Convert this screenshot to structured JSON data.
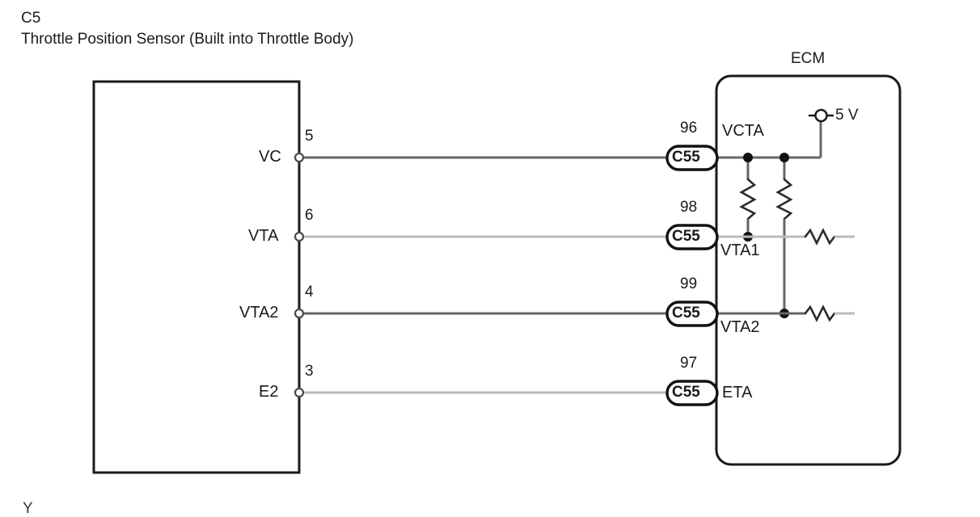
{
  "title": {
    "code": "C5",
    "name": "Throttle Position Sensor (Built into Throttle Body)"
  },
  "colors": {
    "outline": "#1a1a1a",
    "wire_dark": "#666666",
    "wire_light": "#bbbbbb",
    "background": "#ffffff",
    "text": "#1a1a1a"
  },
  "sensor": {
    "box_label": "",
    "pins": [
      {
        "name": "VC",
        "number": "5",
        "wire": "dark"
      },
      {
        "name": "VTA",
        "number": "6",
        "wire": "light"
      },
      {
        "name": "VTA2",
        "number": "4",
        "wire": "dark"
      },
      {
        "name": "E2",
        "number": "3",
        "wire": "light"
      }
    ]
  },
  "ecm": {
    "label": "ECM",
    "supply": {
      "label": "5 V",
      "symbol": "terminal-circle"
    },
    "terminals": [
      {
        "connector": "C55",
        "number": "96",
        "signal": "VCTA"
      },
      {
        "connector": "C55",
        "number": "98",
        "signal": "VTA1"
      },
      {
        "connector": "C55",
        "number": "99",
        "signal": "VTA2"
      },
      {
        "connector": "C55",
        "number": "97",
        "signal": "ETA"
      }
    ],
    "components": [
      {
        "type": "resistor",
        "orientation": "vertical",
        "from": "VCTA",
        "to": "VTA1"
      },
      {
        "type": "resistor",
        "orientation": "vertical",
        "from": "VCTA",
        "to": "VTA2"
      },
      {
        "type": "resistor",
        "orientation": "horizontal",
        "on": "VTA1"
      },
      {
        "type": "resistor",
        "orientation": "horizontal",
        "on": "VTA2"
      }
    ]
  },
  "footer": {
    "clipped_glyph": "Y"
  }
}
